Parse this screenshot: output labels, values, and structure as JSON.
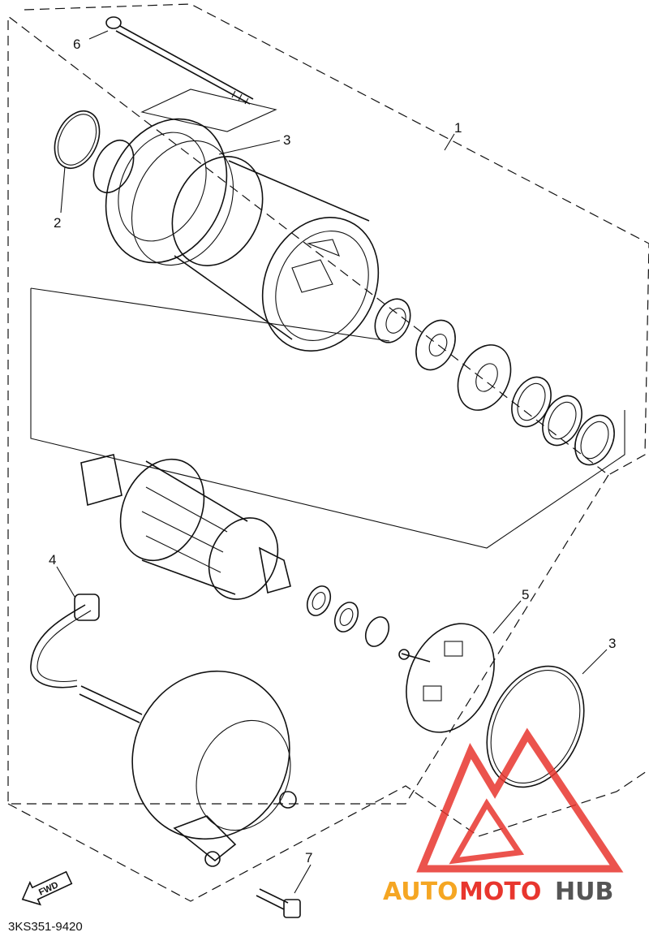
{
  "diagram": {
    "callouts": {
      "c1": "1",
      "c2": "2",
      "c3a": "3",
      "c3b": "3",
      "c4": "4",
      "c5": "5",
      "c6": "6",
      "c7": "7"
    },
    "fwd_label": "FWD",
    "doc_code": "3KS351-9420"
  },
  "watermark": {
    "part1": "AUTO",
    "part2": "MOTO",
    "part3": "HUB",
    "colors": {
      "auto": "#f5a623",
      "moto": "#e8362e",
      "hub": "#555555",
      "logo": "#e8362e"
    }
  }
}
